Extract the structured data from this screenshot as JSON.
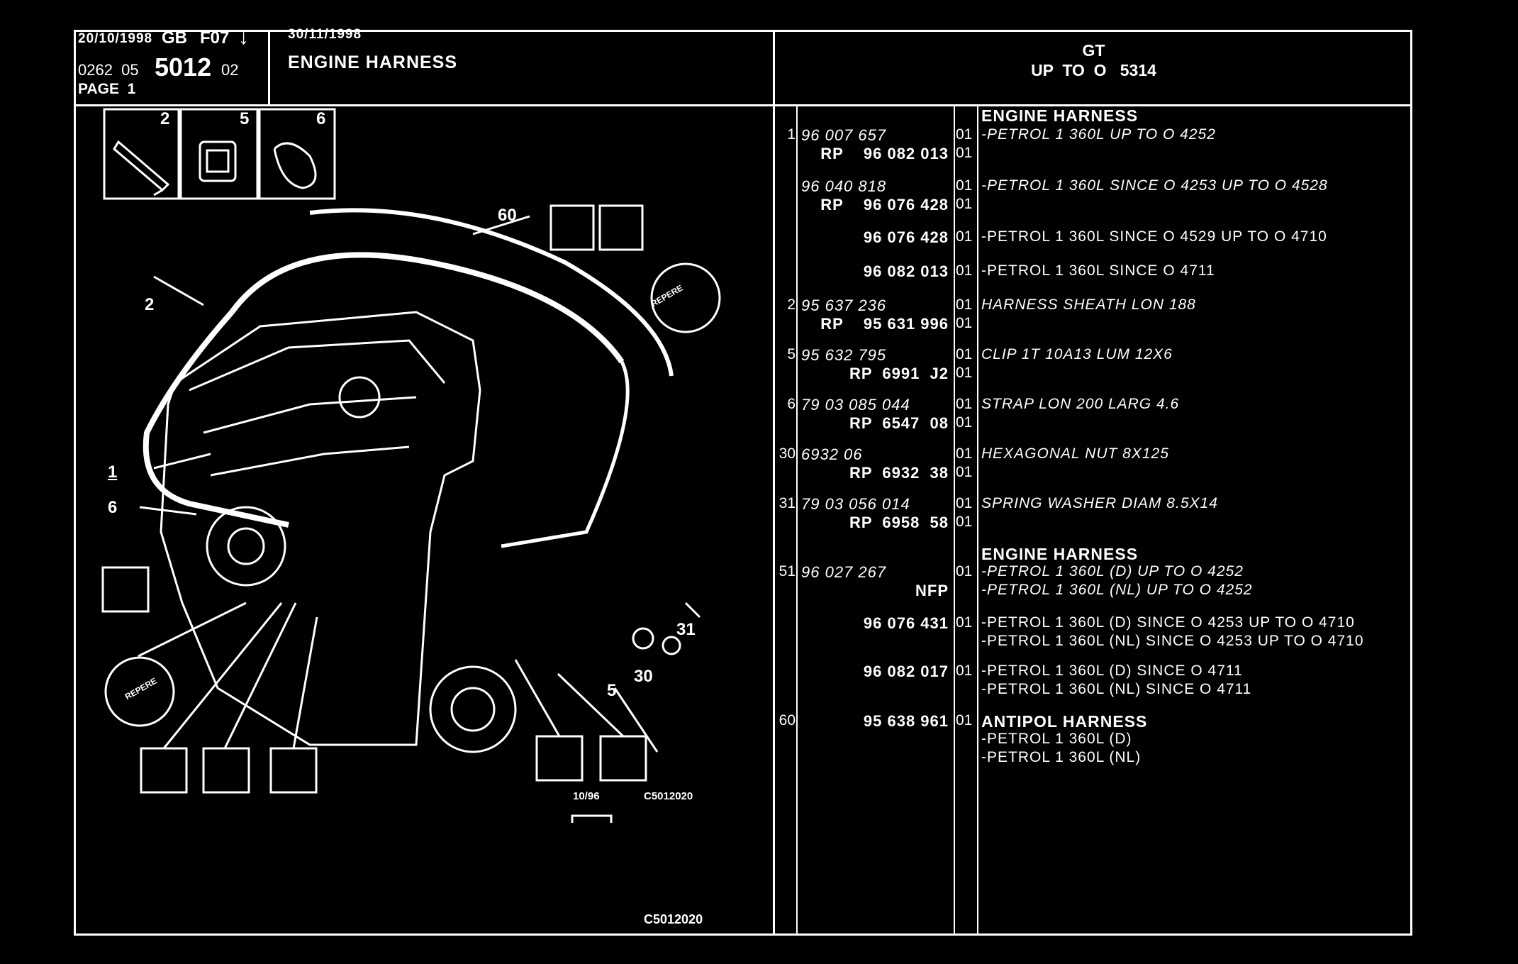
{
  "header": {
    "date1": "20/10/1998",
    "lang": "GB",
    "code": "F07",
    "arrow": "↓",
    "ref_prefix": "0262  05",
    "ref_main": "5012",
    "ref_suffix": "02",
    "page": "PAGE  1",
    "date2": "30/11/1998",
    "title": "ENGINE HARNESS",
    "model": "GT",
    "model_range": "UP  TO  O   5314"
  },
  "illustration": {
    "callouts": [
      "2",
      "5",
      "6",
      "60",
      "2",
      "1",
      "6",
      "5",
      "30",
      "31"
    ],
    "badge_text": "REPERE",
    "stamp_date": "10/96",
    "ref_code": "C5012020",
    "footer_code": "C5012020"
  },
  "rows": [
    {
      "num": "",
      "ref": "",
      "rp": "",
      "qty": "",
      "desc": "ENGINE HARNESS",
      "style": "bd"
    },
    {
      "num": "1",
      "ref": "96 007 657",
      "rp": "",
      "qty": "01",
      "desc": "-PETROL 1 360L UP TO  O  4252",
      "style": "it"
    },
    {
      "num": "",
      "ref": "",
      "rp": "RP    96 082 013",
      "qty": "01",
      "desc": "",
      "style": ""
    },
    {
      "num": "",
      "ref": "96 040 818",
      "rp": "",
      "qty": "01",
      "desc": "-PETROL 1 360L SINCE  O  4253 UP TO  O  4528",
      "style": "it"
    },
    {
      "num": "",
      "ref": "",
      "rp": "RP    96 076 428",
      "qty": "01",
      "desc": "",
      "style": ""
    },
    {
      "num": "",
      "ref": "",
      "rp": "96 076 428",
      "qty": "01",
      "desc": "-PETROL 1 360L SINCE  O  4529 UP TO  O  4710",
      "style": ""
    },
    {
      "num": "",
      "ref": "",
      "rp": "96 082 013",
      "qty": "01",
      "desc": "-PETROL 1 360L SINCE  O  4711",
      "style": ""
    },
    {
      "num": "2",
      "ref": "95 637 236",
      "rp": "",
      "qty": "01",
      "desc": "HARNESS SHEATH LON 188",
      "style": "it"
    },
    {
      "num": "",
      "ref": "",
      "rp": "RP    95 631 996",
      "qty": "01",
      "desc": "",
      "style": ""
    },
    {
      "num": "5",
      "ref": "95 632 795",
      "rp": "",
      "qty": "01",
      "desc": "CLIP 1T 10A13 LUM 12X6",
      "style": "it"
    },
    {
      "num": "",
      "ref": "",
      "rp": "RP  6991  J2",
      "qty": "01",
      "desc": "",
      "style": ""
    },
    {
      "num": "6",
      "ref": "79 03 085 044",
      "rp": "",
      "qty": "01",
      "desc": "STRAP LON 200 LARG 4.6",
      "style": "it"
    },
    {
      "num": "",
      "ref": "",
      "rp": "RP  6547  08",
      "qty": "01",
      "desc": "",
      "style": ""
    },
    {
      "num": "30",
      "ref": "6932 06",
      "rp": "",
      "qty": "01",
      "desc": "HEXAGONAL NUT 8X125",
      "style": "it"
    },
    {
      "num": "",
      "ref": "",
      "rp": "RP  6932  38",
      "qty": "01",
      "desc": "",
      "style": ""
    },
    {
      "num": "31",
      "ref": "79 03 056 014",
      "rp": "",
      "qty": "01",
      "desc": "SPRING WASHER DIAM 8.5X14",
      "style": "it"
    },
    {
      "num": "",
      "ref": "",
      "rp": "RP  6958  58",
      "qty": "01",
      "desc": "",
      "style": ""
    },
    {
      "num": "",
      "ref": "",
      "rp": "",
      "qty": "",
      "desc": "ENGINE HARNESS",
      "style": "bd"
    },
    {
      "num": "51",
      "ref": "96 027 267",
      "rp": "",
      "qty": "01",
      "desc": "-PETROL 1 360L (D) UP TO  O  4252",
      "style": "it"
    },
    {
      "num": "",
      "ref": "",
      "rp": "NFP",
      "qty": "",
      "desc": "-PETROL 1 360L (NL) UP TO  O  4252",
      "style": "it"
    },
    {
      "num": "",
      "ref": "",
      "rp": "96 076 431",
      "qty": "01",
      "desc": "-PETROL 1 360L (D) SINCE  O  4253 UP TO  O  4710",
      "style": ""
    },
    {
      "num": "",
      "ref": "",
      "rp": "",
      "qty": "",
      "desc": "-PETROL 1 360L (NL) SINCE  O  4253 UP TO  O  4710",
      "style": ""
    },
    {
      "num": "",
      "ref": "",
      "rp": "96 082 017",
      "qty": "01",
      "desc": "-PETROL 1 360L (D) SINCE  O  4711",
      "style": ""
    },
    {
      "num": "",
      "ref": "",
      "rp": "",
      "qty": "",
      "desc": "-PETROL 1 360L (NL) SINCE  O  4711",
      "style": ""
    },
    {
      "num": "60",
      "ref": "",
      "rp": "95 638 961",
      "qty": "01",
      "desc": "ANTIPOL HARNESS",
      "style": "bd"
    },
    {
      "num": "",
      "ref": "",
      "rp": "",
      "qty": "",
      "desc": "-PETROL 1 360L (D)",
      "style": ""
    },
    {
      "num": "",
      "ref": "",
      "rp": "",
      "qty": "",
      "desc": "-PETROL 1 360L (NL)",
      "style": ""
    }
  ]
}
